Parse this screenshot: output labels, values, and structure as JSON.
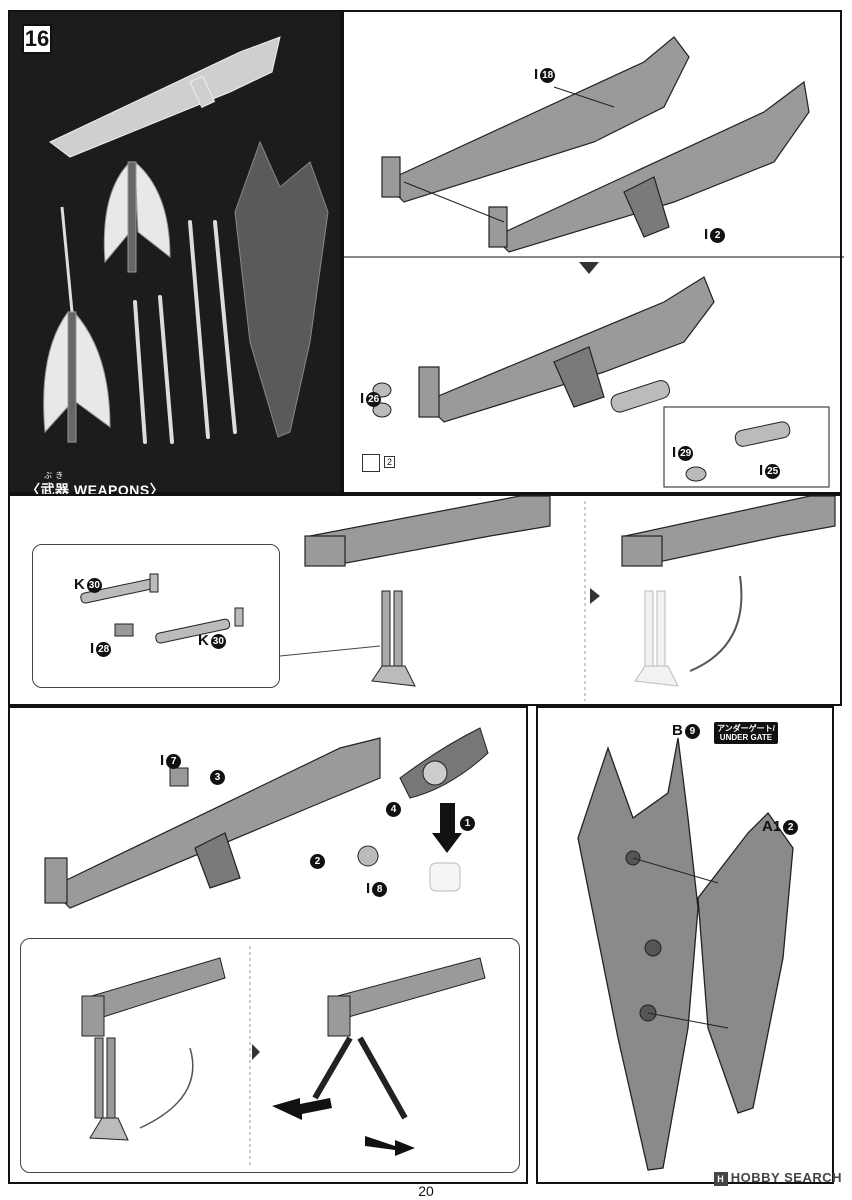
{
  "step": {
    "number": "16"
  },
  "weapons_panel": {
    "label": "〈武器 WEAPONS〉",
    "ruby": "ぶ き"
  },
  "parts": {
    "i18": {
      "letter": "I",
      "num": "18"
    },
    "i2": {
      "letter": "I",
      "num": "2"
    },
    "i26": {
      "letter": "I",
      "num": "26"
    },
    "i29": {
      "letter": "I",
      "num": "29"
    },
    "i25": {
      "letter": "I",
      "num": "25"
    },
    "k30a": {
      "letter": "K",
      "num": "30"
    },
    "k30b": {
      "letter": "K",
      "num": "30"
    },
    "i28": {
      "letter": "I",
      "num": "28"
    },
    "i7": {
      "letter": "I",
      "num": "7"
    },
    "i8": {
      "letter": "I",
      "num": "8"
    },
    "b9": {
      "letter": "B",
      "num": "9"
    },
    "a12": {
      "letter": "A1",
      "num": "2"
    }
  },
  "step_markers": [
    "1",
    "2",
    "3",
    "4"
  ],
  "sticker_ref": "2",
  "under_gate": {
    "line1": "アンダーゲート/",
    "line2": "UNDER GATE"
  },
  "page_number": "20",
  "watermark": {
    "logo": "H",
    "text": "HOBBY SEARCH"
  },
  "colors": {
    "part_fill": "#8a8a8a",
    "part_light": "#d8d8d8",
    "ink": "#111111",
    "dark_bg": "#1c1c1c"
  }
}
